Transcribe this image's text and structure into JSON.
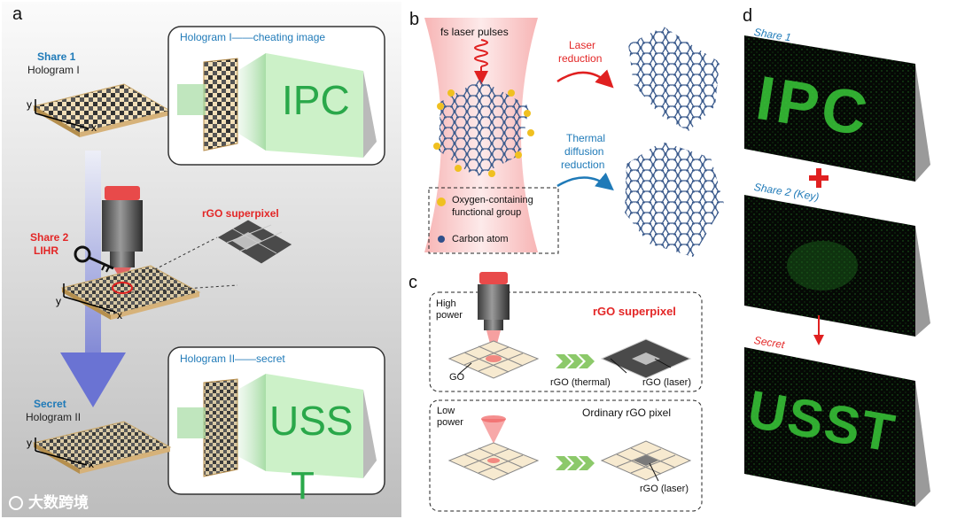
{
  "panel_a": {
    "letter": "a",
    "share1_title": "Share 1",
    "share1_sub": "Hologram I",
    "holo1_banner": "Hologram I——cheating image",
    "holo1_text": "IPC",
    "share2_title": "Share 2",
    "share2_sub": "LIHR",
    "rgo_superpixel": "rGO superpixel",
    "holo2_banner": "Hologram II——secret",
    "holo2_text": "USS",
    "holo2_below": "T",
    "secret_title": "Secret",
    "secret_sub": "Hologram II",
    "axis_x": "x",
    "axis_y": "y",
    "watermark": "大数跨境"
  },
  "panel_b": {
    "letter": "b",
    "laser_pulses": "fs laser pulses",
    "laser_reduction_1": "Laser",
    "laser_reduction_2": "reduction",
    "thermal_1": "Thermal",
    "thermal_2": "diffusion",
    "thermal_3": "reduction",
    "legend_oxygen_1": "Oxygen-containing",
    "legend_oxygen_2": "functional group",
    "legend_carbon": "Carbon atom"
  },
  "panel_c": {
    "letter": "c",
    "high_power_1": "High",
    "high_power_2": "power",
    "rgo_superpixel": "rGO superpixel",
    "go_label": "GO",
    "rgo_thermal": "rGO (thermal)",
    "rgo_laser_1": "rGO (laser)",
    "low_power_1": "Low",
    "low_power_2": "power",
    "ordinary_pixel": "Ordinary rGO pixel",
    "rgo_laser_2": "rGO (laser)"
  },
  "panel_d": {
    "letter": "d",
    "share1": "Share 1",
    "share1_text": "IPC",
    "share2": "Share 2 (Key)",
    "secret": "Secret",
    "secret_text": "USST"
  },
  "colors": {
    "blue_label": "#1f7ab8",
    "red_label": "#e32626",
    "green_holo": "#2aa84a",
    "paper": "#f2dfb8"
  }
}
